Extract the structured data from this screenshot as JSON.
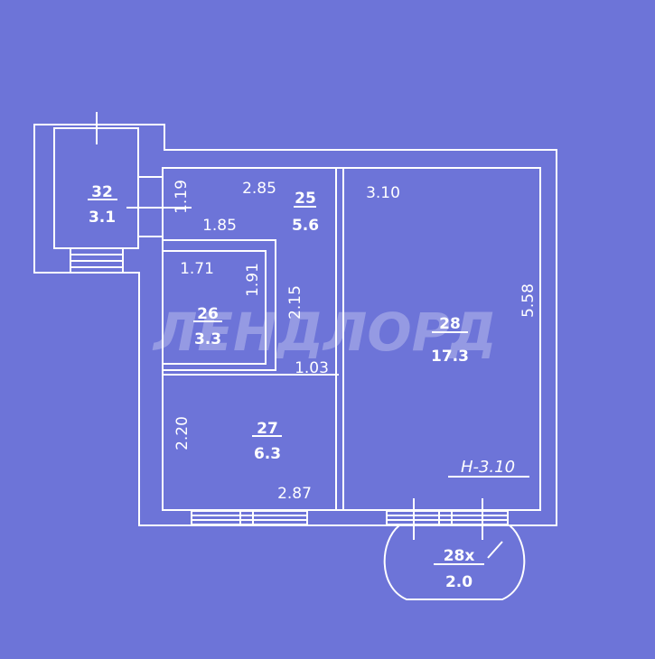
{
  "watermark": "ЛЕНДЛОРД",
  "ceiling_height": "Н-3.10",
  "rooms": [
    {
      "id": "32",
      "area": "3.1"
    },
    {
      "id": "25",
      "area": "5.6"
    },
    {
      "id": "26",
      "area": "3.3"
    },
    {
      "id": "27",
      "area": "6.3"
    },
    {
      "id": "28",
      "area": "17.3"
    },
    {
      "id": "28х",
      "area": "2.0"
    }
  ],
  "dimensions": {
    "d_1_19": "1.19",
    "d_2_85": "2.85",
    "d_1_85": "1.85",
    "d_1_71": "1.71",
    "d_1_91": "1.91",
    "d_2_15": "2.15",
    "d_1_03": "1.03",
    "d_2_20": "2.20",
    "d_2_87": "2.87",
    "d_3_10": "3.10",
    "d_5_58": "5.58"
  },
  "colors": {
    "background": "#6d74d8",
    "lines": "#ffffff"
  }
}
